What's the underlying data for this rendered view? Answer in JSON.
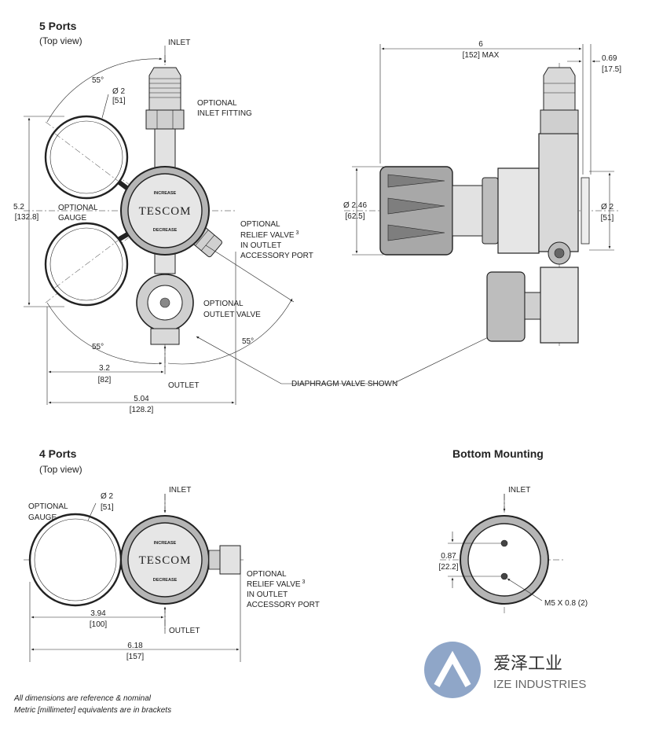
{
  "sections": {
    "five_ports": {
      "title": "5 Ports",
      "subtitle": "(Top view)"
    },
    "four_ports": {
      "title": "4 Ports",
      "subtitle": "(Top view)"
    },
    "bottom_mounting": {
      "title": "Bottom Mounting"
    }
  },
  "labels": {
    "inlet": "INLET",
    "outlet": "OUTLET",
    "optional_inlet_fitting": [
      "OPTIONAL",
      "INLET FITTING"
    ],
    "optional_gauge": [
      "OPTIONAL",
      "GAUGE"
    ],
    "optional_relief_valve": [
      "OPTIONAL",
      "RELIEF VALVE",
      "IN OUTLET",
      "ACCESSORY PORT"
    ],
    "relief_superscript": "3",
    "optional_outlet_valve": [
      "OPTIONAL",
      "OUTLET VALVE"
    ],
    "diaphragm_valve_shown": "DIAPHRAGM VALVE SHOWN",
    "thread": "M5 X 0.8 (2)"
  },
  "dimensions": {
    "angle_55": "55°",
    "gauge_dia": [
      "Ø 2",
      "[51]"
    ],
    "height_5_2": [
      "5.2",
      "[132.8]"
    ],
    "width_3_2": [
      "3.2",
      "[82]"
    ],
    "width_5_04": [
      "5.04",
      "[128.2]"
    ],
    "side_6": [
      "6",
      "[152] MAX"
    ],
    "side_0_69": [
      "0.69",
      "[17.5]"
    ],
    "side_dia_2_46": [
      "Ø 2.46",
      "[62.5]"
    ],
    "side_dia_2": [
      "Ø 2",
      "[51]"
    ],
    "w4_3_94": [
      "3.94",
      "[100]"
    ],
    "w4_6_18": [
      "6.18",
      "[157]"
    ],
    "bm_0_87": [
      "0.87",
      "[22.2]"
    ]
  },
  "markings": {
    "brand": "TESCOM",
    "increase": "INCREASE",
    "decrease": "DECREASE"
  },
  "notes": [
    "All dimensions are reference & nominal",
    "Metric [millimeter] equivalents are in brackets"
  ],
  "logo": {
    "cn": "爱泽工业",
    "en": "IZE INDUSTRIES"
  },
  "colors": {
    "ink": "#222222",
    "part_fill": "#d9d9d9",
    "knob_fill": "#b5b5b5",
    "logo_blue": "#8fa6c8"
  }
}
